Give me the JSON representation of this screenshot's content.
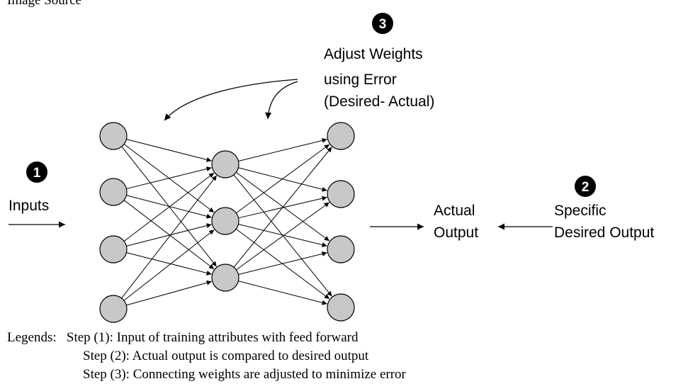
{
  "header": {
    "text": "Image Source"
  },
  "steps": {
    "step1": {
      "number": "1",
      "label": "Inputs"
    },
    "step2": {
      "number": "2",
      "label_line1": "Specific",
      "label_line2": "Desired Output"
    },
    "step3": {
      "number": "3",
      "label_line1": "Adjust Weights",
      "label_line2": "using Error",
      "label_line3": "(Desired- Actual)"
    }
  },
  "output": {
    "label_line1": "Actual",
    "label_line2": "Output"
  },
  "network": {
    "layers": [
      {
        "name": "input",
        "nodes": 4
      },
      {
        "name": "hidden",
        "nodes": 3
      },
      {
        "name": "output",
        "nodes": 4
      }
    ],
    "node_fill": "#c8c8c8",
    "node_stroke": "#000000"
  },
  "legend": {
    "title": "Legends:",
    "items": [
      "Step (1): Input of training attributes with feed forward",
      "Step (2): Actual output is compared to desired output",
      "Step (3): Connecting weights are adjusted to minimize error"
    ]
  }
}
